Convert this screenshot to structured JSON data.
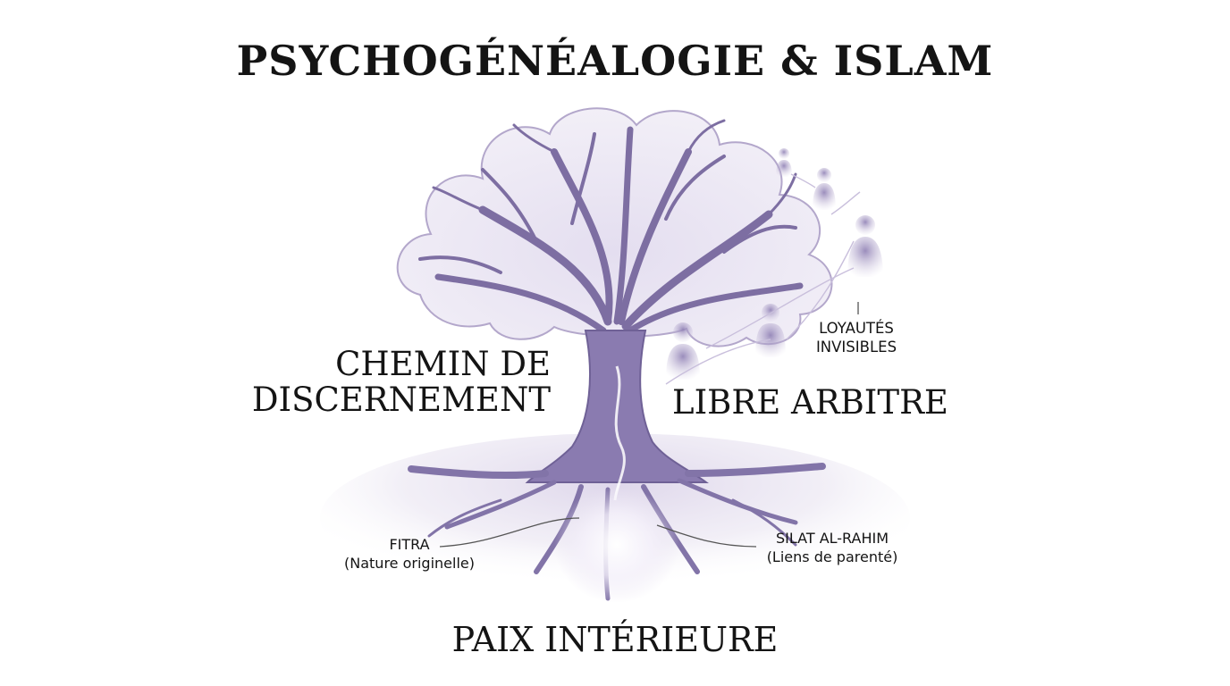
{
  "title": "PSYCHOGÉNÉALOGIE & ISLAM",
  "left_heading": {
    "line1": "CHEMIN DE",
    "line2": "DISCERNEMENT"
  },
  "right_heading": "LIBRE ARBITRE",
  "loyautes": {
    "line1": "LOYAUTÉS",
    "line2": "INVISIBLES"
  },
  "fitra": {
    "name": "FITRA",
    "meaning": "(Nature originelle)"
  },
  "silat": {
    "name": "SILAT AL-RAHIM",
    "meaning": "(Liens de parenté)"
  },
  "bottom_heading": "PAIX INTÉRIEURE",
  "colors": {
    "tree_dark": "#7a6a9c",
    "tree_mid": "#9b8dbd",
    "canopy_fill": "#eeeaf4",
    "text": "#141414",
    "glow": "#ffffff"
  }
}
